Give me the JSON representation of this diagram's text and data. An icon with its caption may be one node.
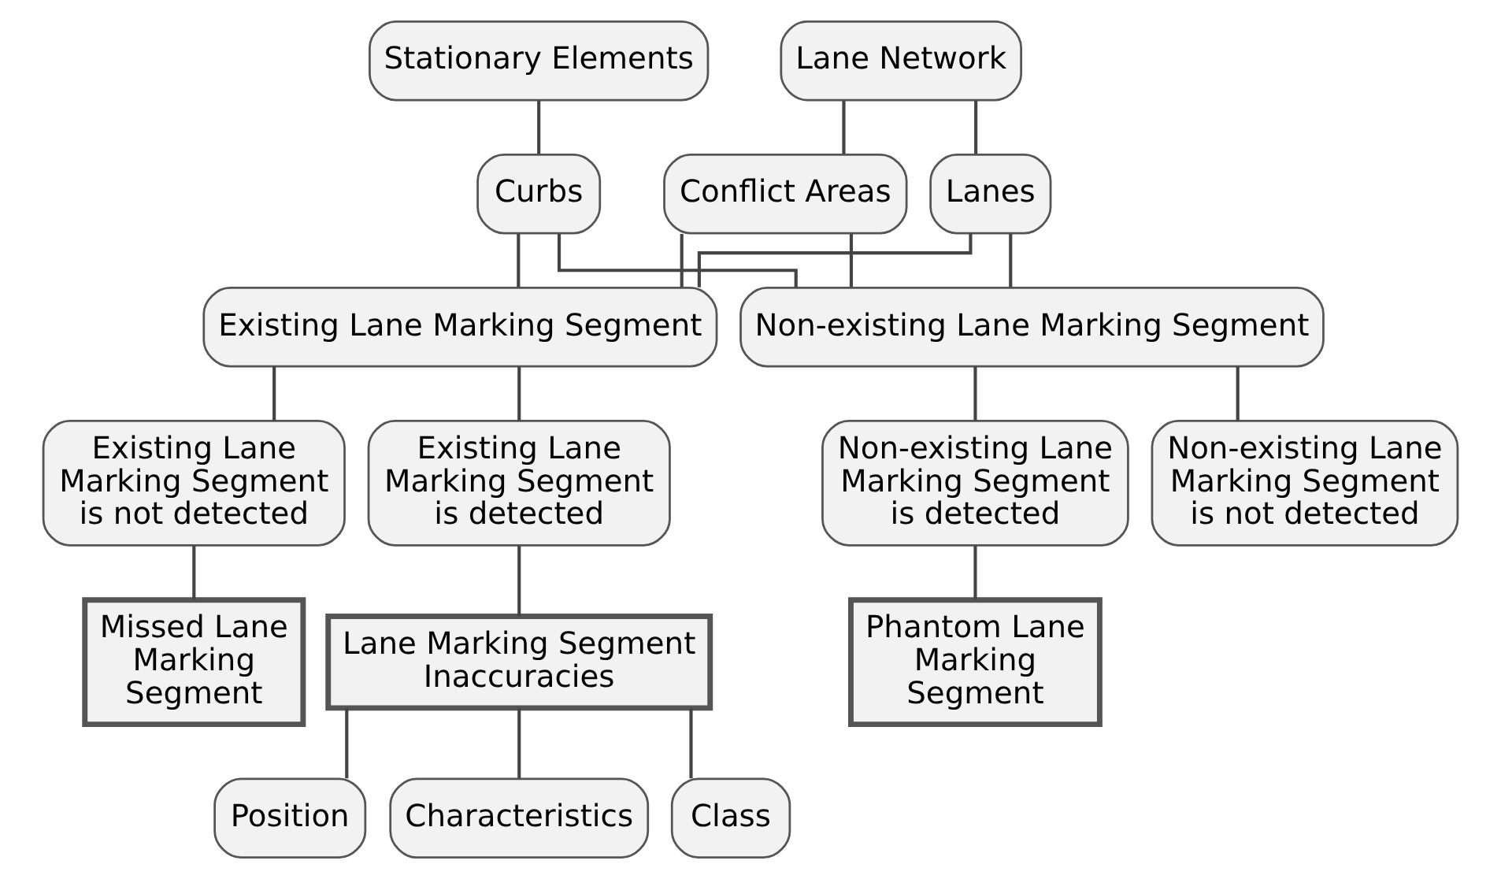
{
  "diagram": {
    "nodes": [
      {
        "text": [
          "Stationary Elements"
        ]
      },
      {
        "text": [
          "Lane Network"
        ]
      },
      {
        "text": [
          "Curbs"
        ]
      },
      {
        "text": [
          "Lanes"
        ]
      },
      {
        "text": [
          "Conflict Areas"
        ]
      },
      {
        "text": [
          "Existing Lane Marking Segment"
        ]
      },
      {
        "text": [
          "Non-existing Lane Marking Segment"
        ]
      },
      {
        "text": [
          "Existing Lane Marking Segment is not detected"
        ]
      },
      {
        "text": [
          "Existing Lane Marking Segment is detected"
        ]
      },
      {
        "text": [
          "Non-existing Lane Marking Segment is detected"
        ]
      },
      {
        "text": [
          "Non-existing Lane Marking Segment is not detected"
        ]
      },
      {
        "text": [
          "Missed Lane Marking Segment"
        ]
      },
      {
        "text": [
          "Lane Marking Segment Inaccuracies"
        ]
      },
      {
        "text": [
          "Phantom Lane Marking Segment"
        ]
      },
      {
        "text": [
          "Position"
        ]
      },
      {
        "text": [
          "Characteristics"
        ]
      },
      {
        "text": [
          "Class"
        ]
      }
    ],
    "edges": [
      {
        "from": 0,
        "to": 2,
        "arrow": "none"
      },
      {
        "from": 1,
        "to": 3,
        "arrow": "none"
      },
      {
        "from": 1,
        "to": 4,
        "arrow": "none"
      },
      {
        "from": 2,
        "to": 5,
        "arrow": "none"
      },
      {
        "from": 2,
        "to": 6,
        "arrow": "none"
      },
      {
        "from": 3,
        "to": 5,
        "arrow": "none"
      },
      {
        "from": 3,
        "to": 6,
        "arrow": "none"
      },
      {
        "from": 4,
        "to": 5,
        "arrow": "none"
      },
      {
        "from": 4,
        "to": 6,
        "arrow": "none"
      },
      {
        "from": 5,
        "to": 7,
        "arrow": "none"
      },
      {
        "from": 5,
        "to": 8,
        "arrow": "none"
      },
      {
        "from": 6,
        "to": 9,
        "arrow": "none"
      },
      {
        "from": 6,
        "to": 10,
        "arrow": "none"
      },
      {
        "from": 7,
        "to": 11,
        "arrow": "none"
      },
      {
        "from": 8,
        "to": 12,
        "arrow": "none"
      },
      {
        "from": 9,
        "to": 13,
        "arrow": "none"
      },
      {
        "from": 12,
        "to": 14,
        "arrow": "none"
      },
      {
        "from": 12,
        "to": 15,
        "arrow": "none"
      },
      {
        "from": 12,
        "to": 16,
        "arrow": "none"
      }
    ]
  }
}
